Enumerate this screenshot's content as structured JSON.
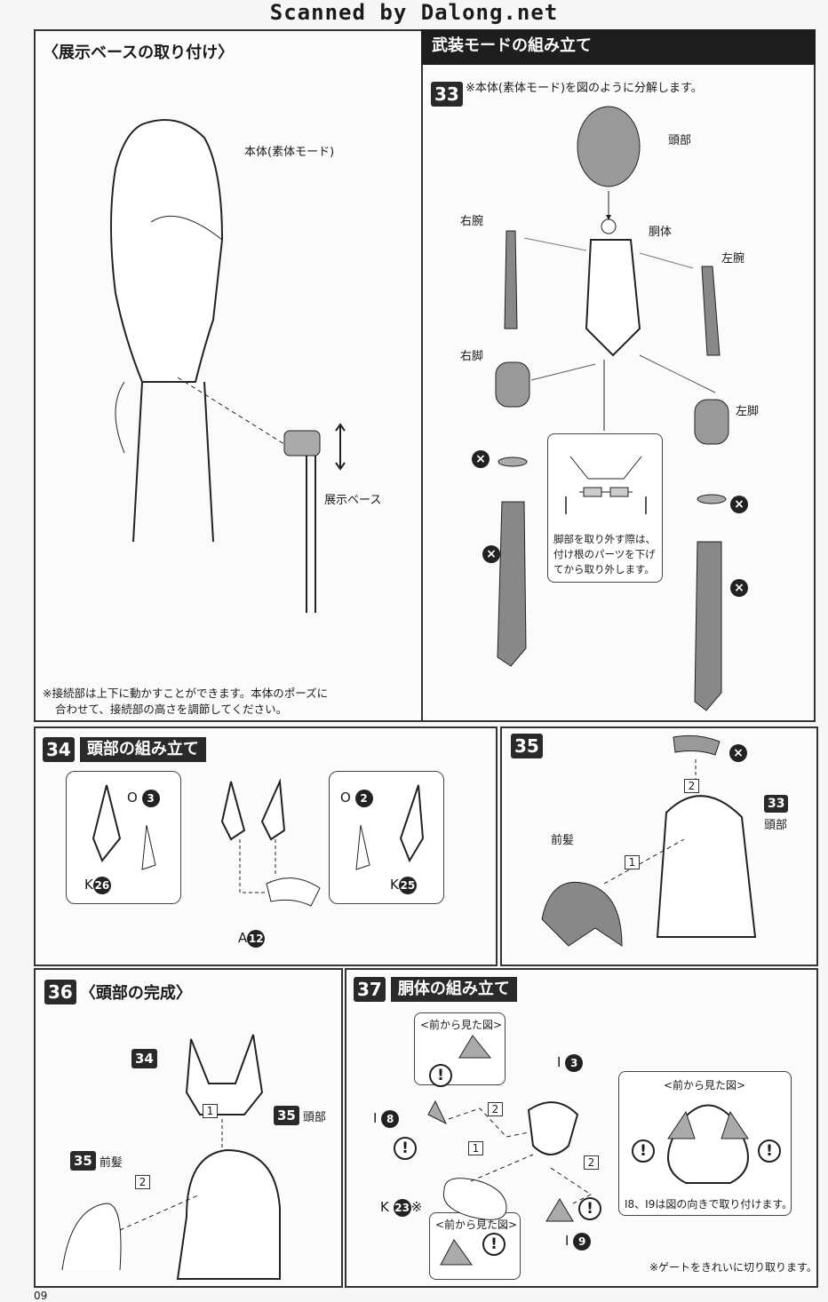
{
  "watermark": "Scanned by Dalong.net",
  "page_number": "09",
  "display_base": {
    "title": "〈展示ベースの取り付け〉",
    "label_body": "本体(素体モード)",
    "label_base": "展示ベース",
    "note_line1": "※接続部は上下に動かすことができます。本体のポーズに",
    "note_line2": "合わせて、接続部の高さを調節してください。"
  },
  "armed_mode": {
    "title": "武装モードの組み立て",
    "step33": {
      "number": "33",
      "instruction": "※本体(素体モード)を図のように分解します。",
      "head": "頭部",
      "torso": "胴体",
      "right_arm": "右腕",
      "left_arm": "左腕",
      "right_leg": "右脚",
      "left_leg": "左脚",
      "callout_line1": "脚部を取り外す際は、",
      "callout_line2": "付け根のパーツを下げ",
      "callout_line3": "てから取り外します。"
    }
  },
  "step34": {
    "number": "34",
    "title": "頭部の組み立て",
    "part_o3": "O",
    "o3": "3",
    "part_k26": "K",
    "k26": "26",
    "part_o2": "O",
    "o2": "2",
    "part_k25": "K",
    "k25": "25",
    "part_a12": "A",
    "a12": "12"
  },
  "step35": {
    "number": "35",
    "ref": "33",
    "ref_label": "頭部",
    "bangs": "前髪",
    "seq1": "1",
    "seq2": "2"
  },
  "step36": {
    "number": "36",
    "title": "〈頭部の完成〉",
    "ref34": "34",
    "ref35a": "35",
    "head": "頭部",
    "ref35b": "35",
    "bangs": "前髪",
    "seq1": "1",
    "seq2": "2"
  },
  "step37": {
    "number": "37",
    "title": "胴体の組み立て",
    "front_view": "<前から見た図>",
    "i3_letter": "I",
    "i3": "3",
    "i8_letter": "I",
    "i8": "8",
    "i9_letter": "I",
    "i9": "9",
    "k23_letter": "K",
    "k23": "23",
    "k23_mark": "※",
    "seq1": "1",
    "seq2a": "2",
    "seq2b": "2",
    "caution": "!",
    "orientation_note": "I8、I9は図の向きで取り付けます。",
    "gate_note": "※ゲートをきれいに切り取ります。"
  }
}
